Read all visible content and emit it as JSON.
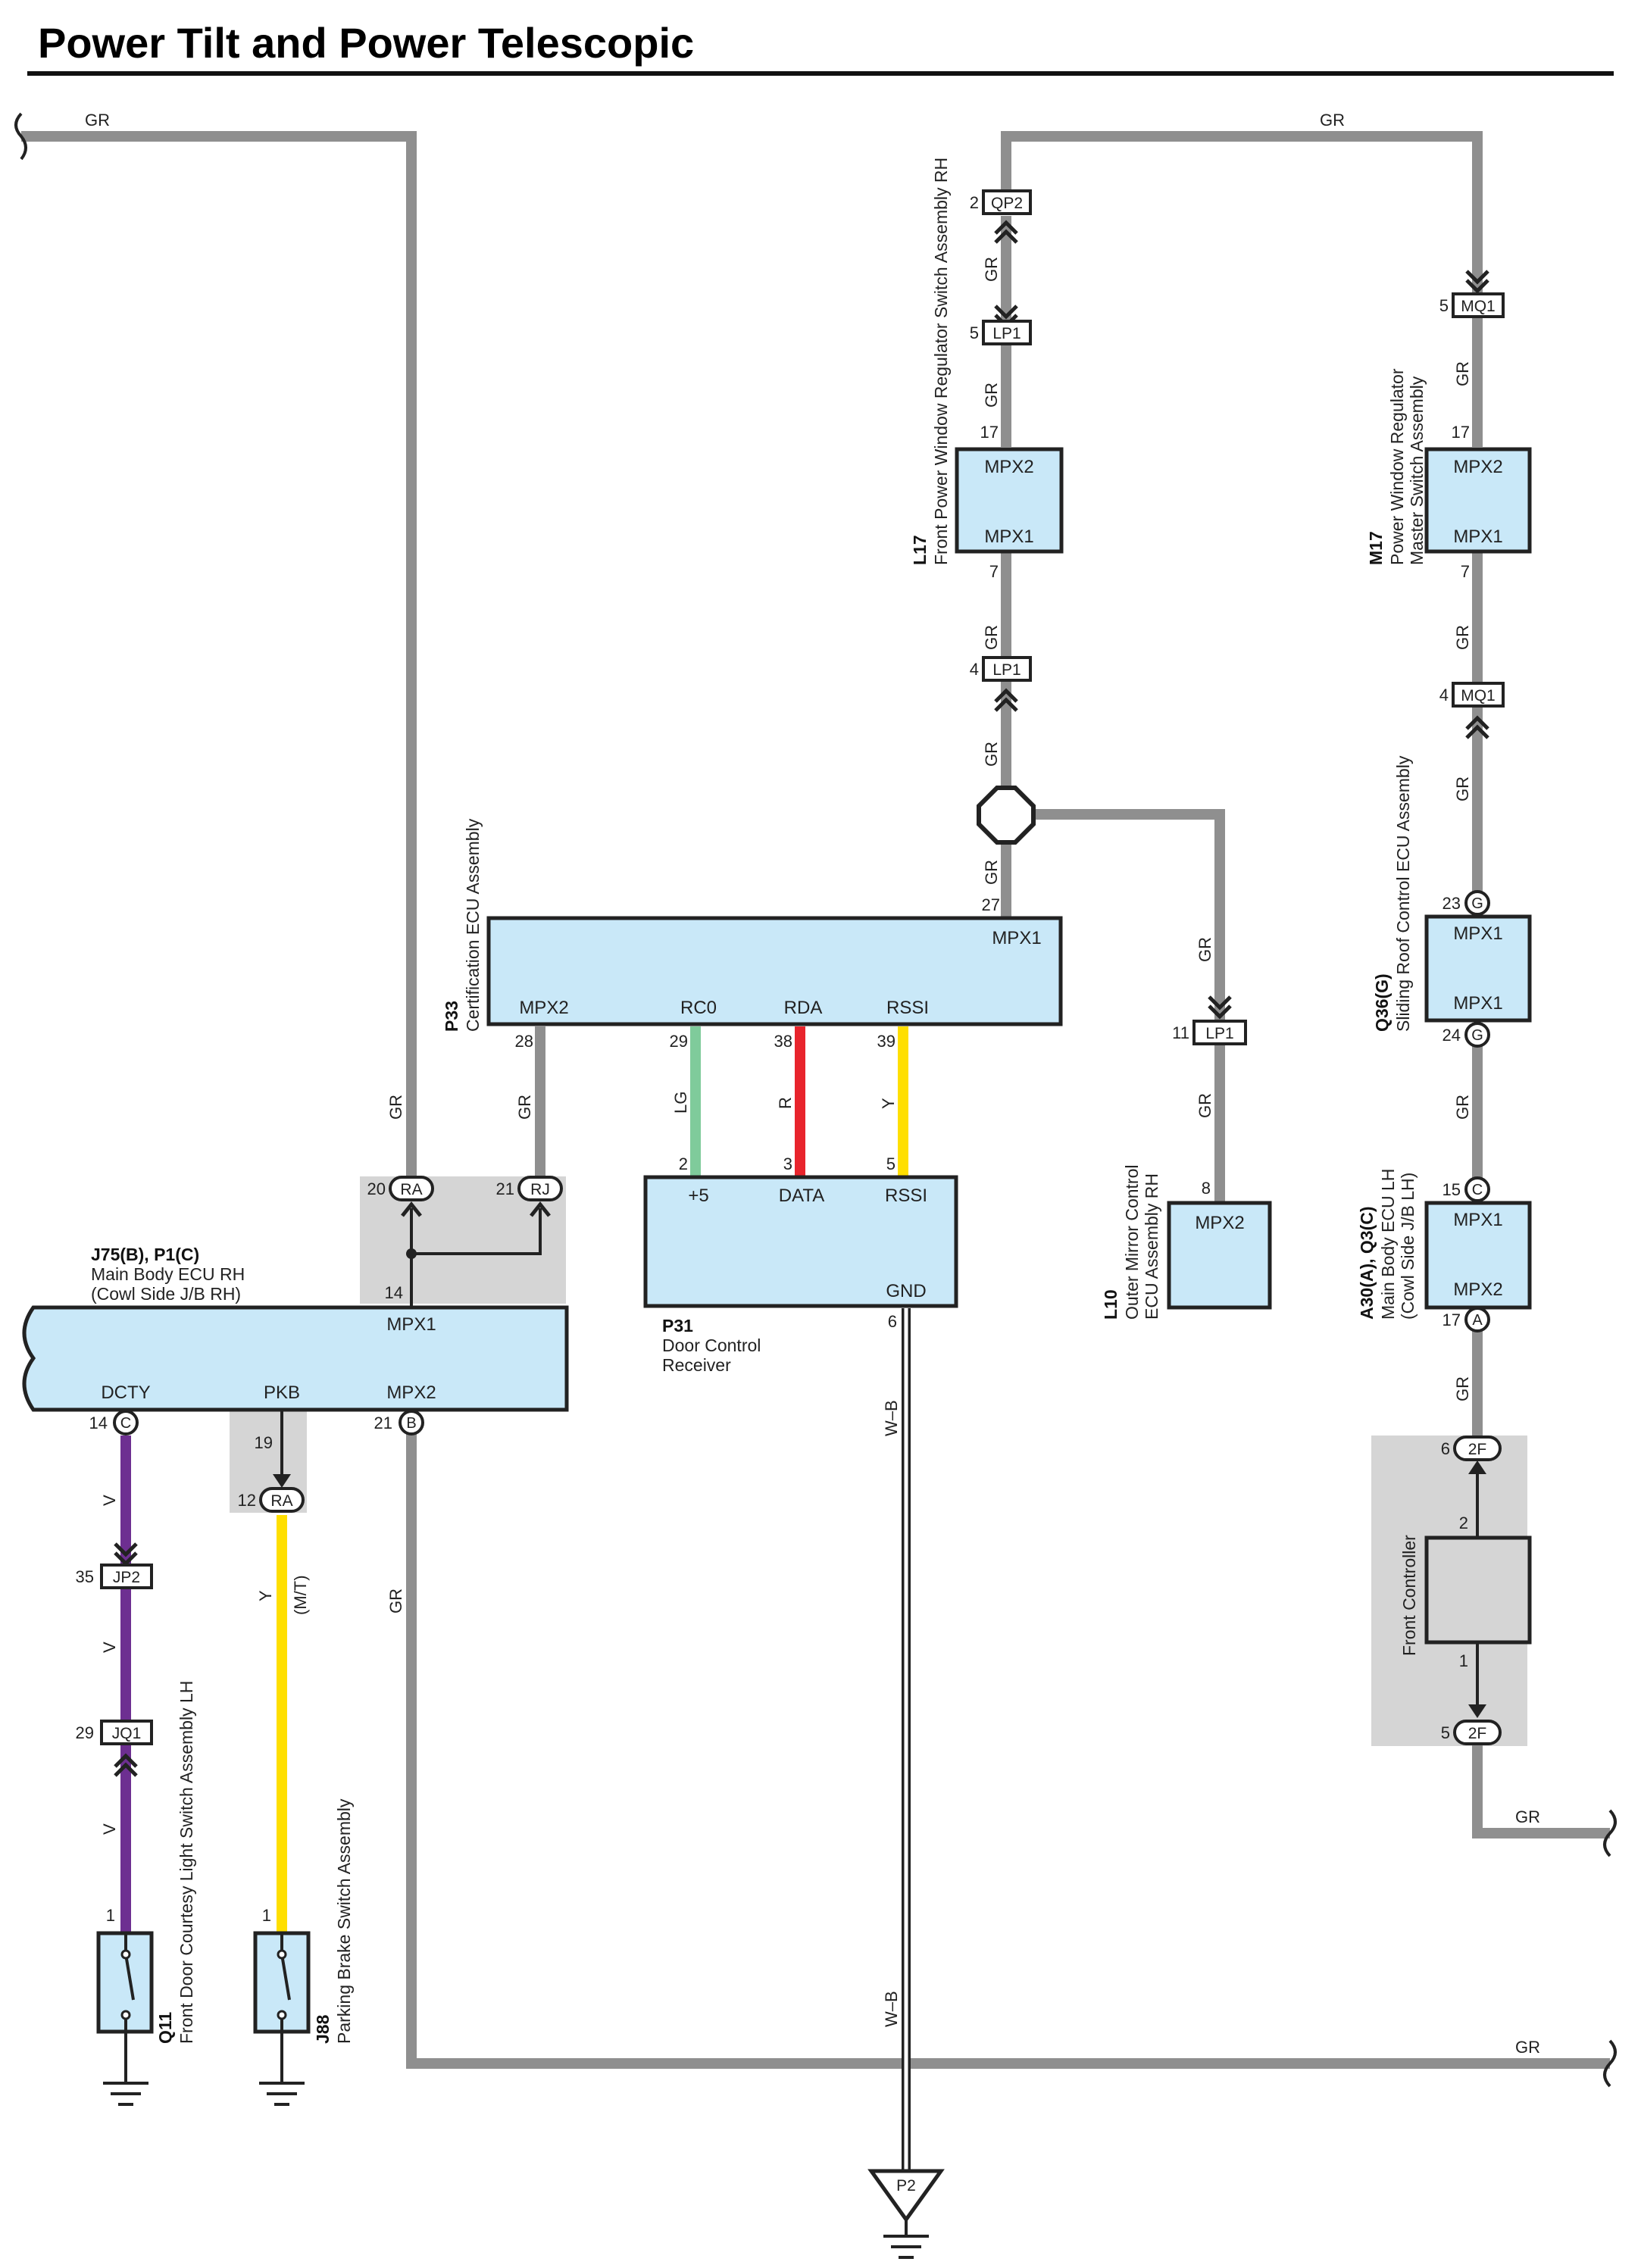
{
  "title": "Power Tilt and Power Telescopic",
  "colors": {
    "gray_wire": "#8f8f8f",
    "ecu_fill": "#c9e8f8",
    "shade": "#d5d5d5",
    "LG": "#7fcb9b",
    "R": "#e8242c",
    "Y": "#ffdf00",
    "V": "#6d2f91"
  },
  "wire_labels": {
    "gr_top_left": "GR",
    "gr_top_right": "GR",
    "gr_qp2_lp1": "GR",
    "gr_lp1_l17": "GR",
    "gr_l17_lp1": "GR",
    "gr_lp1_splice": "GR",
    "gr_splice_p33": "GR",
    "gr_to_lp1_l10": "GR",
    "gr_lp1_l10": "GR",
    "gr_mq1_m17": "GR",
    "gr_m17_mq1": "GR",
    "gr_mq1_q36": "GR",
    "gr_q36_a30": "GR",
    "gr_a30_2f": "GR",
    "gr_left_vertical": "GR",
    "gr_p33_rj": "GR",
    "gr_j75_bottom": "GR",
    "gr_bottom": "GR",
    "gr_right_exit": "GR",
    "lg": "LG",
    "r": "R",
    "y_top": "Y",
    "y_bottom": "Y",
    "mt": "(M/T)",
    "v1": "V",
    "v2": "V",
    "v3": "V",
    "wb_top": "W–B",
    "wb_bottom": "W–B"
  },
  "connectors": {
    "qp2": {
      "code": "QP2",
      "pin": "2"
    },
    "lp1_a": {
      "code": "LP1",
      "pin": "5"
    },
    "lp1_b": {
      "code": "LP1",
      "pin": "4"
    },
    "lp1_c": {
      "code": "LP1",
      "pin": "11"
    },
    "mq1_a": {
      "code": "MQ1",
      "pin": "5"
    },
    "mq1_b": {
      "code": "MQ1",
      "pin": "4"
    },
    "ra_top": {
      "code": "RA",
      "pin": "20"
    },
    "rj": {
      "code": "RJ",
      "pin": "21"
    },
    "ra_bottom": {
      "code": "RA",
      "pin": "12"
    },
    "jp2": {
      "code": "JP2",
      "pin": "35"
    },
    "jq1": {
      "code": "JQ1",
      "pin": "29"
    },
    "f2_top": {
      "code": "2F",
      "pin": "6"
    },
    "f2_bottom": {
      "code": "2F",
      "pin": "5"
    },
    "q36_top": {
      "code": "G",
      "pin": "23"
    },
    "q36_bottom": {
      "code": "G",
      "pin": "24"
    },
    "a30_top": {
      "code": "C",
      "pin": "15"
    },
    "a30_bottom": {
      "code": "A",
      "pin": "17"
    },
    "j75_dcty": {
      "code": "C",
      "pin": "14"
    },
    "j75_mpx2": {
      "code": "B",
      "pin": "21"
    }
  },
  "components": {
    "l17": {
      "code": "L17",
      "name": "Front Power Window Regulator Switch Assembly RH",
      "port_top": "MPX2",
      "port_bottom": "MPX1",
      "pin_top": "17",
      "pin_bottom": "7"
    },
    "m17": {
      "code": "M17",
      "name1": "Power Window Regulator",
      "name2": "Master Switch Assembly",
      "port_top": "MPX2",
      "port_bottom": "MPX1",
      "pin_top": "17",
      "pin_bottom": "7"
    },
    "p33": {
      "code": "P33",
      "name": "Certification ECU Assembly",
      "port_mpx1": "MPX1",
      "pin_mpx1": "27",
      "port_mpx2": "MPX2",
      "port_rc0": "RC0",
      "port_rda": "RDA",
      "port_rssi": "RSSI",
      "pin_mpx2": "28",
      "pin_rc0": "29",
      "pin_rda": "38",
      "pin_rssi": "39"
    },
    "p31": {
      "code": "P31",
      "name1": "Door Control",
      "name2": "Receiver",
      "port_p5": "+5",
      "port_data": "DATA",
      "port_rssi": "RSSI",
      "port_gnd": "GND",
      "pin_p5": "2",
      "pin_data": "3",
      "pin_rssi": "5",
      "pin_gnd": "6"
    },
    "l10": {
      "code": "L10",
      "name1": "Outer Mirror Control",
      "name2": "ECU Assembly RH",
      "port": "MPX2",
      "pin": "8"
    },
    "q36": {
      "code": "Q36(G)",
      "name": "Sliding Roof Control ECU Assembly",
      "port_top": "MPX1",
      "port_bottom": "MPX1"
    },
    "a30": {
      "code": "A30(A), Q3(C)",
      "name1": "Main Body ECU LH",
      "name2": "(Cowl Side J/B LH)",
      "port_top": "MPX1",
      "port_bottom": "MPX2"
    },
    "j75": {
      "code": "J75(B), P1(C)",
      "name1": "Main Body ECU RH",
      "name2": "(Cowl Side J/B RH)",
      "port_mpx1": "MPX1",
      "port_dcty": "DCTY",
      "port_pkb": "PKB",
      "port_mpx2": "MPX2",
      "pin_mpx1": "14",
      "pin_pkb": "19"
    },
    "front_controller": {
      "name": "Front Controller",
      "pin_top": "2",
      "pin_bottom": "1"
    },
    "q11": {
      "code": "Q11",
      "name": "Front Door Courtesy Light Switch Assembly LH",
      "pin": "1"
    },
    "j88": {
      "code": "J88",
      "name": "Parking Brake Switch Assembly",
      "pin": "1"
    },
    "p2": {
      "code": "P2"
    }
  }
}
